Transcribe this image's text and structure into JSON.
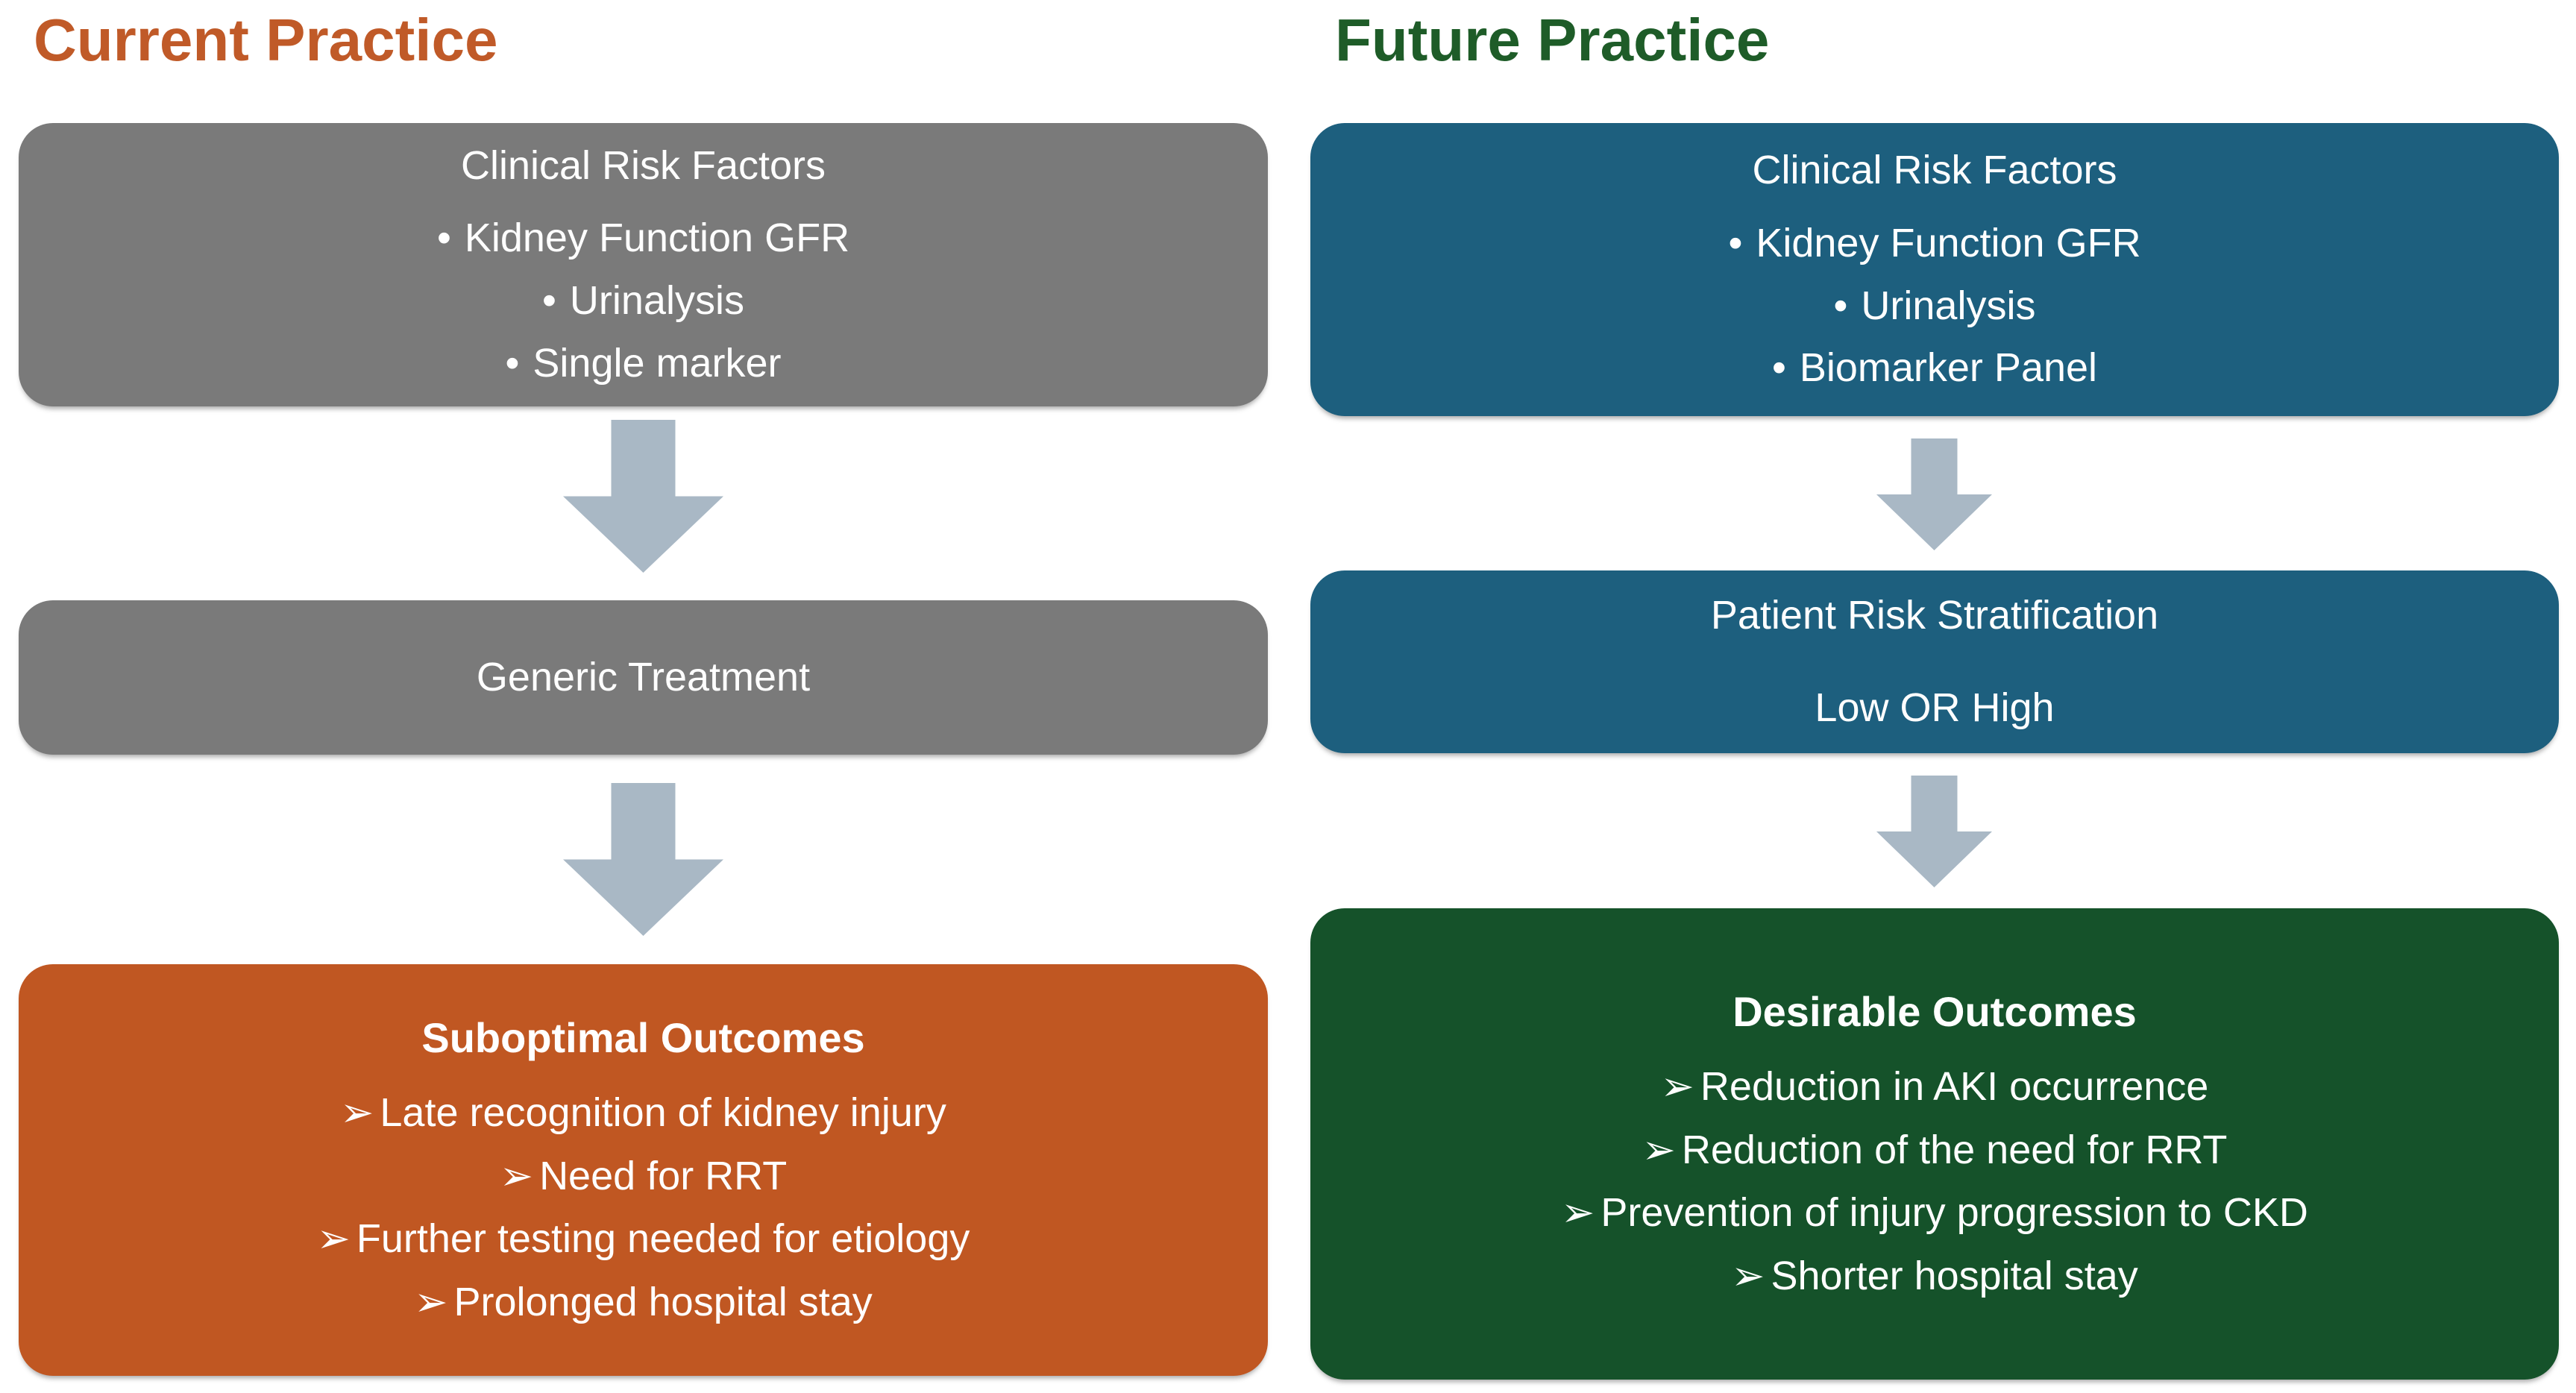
{
  "glyphs": {
    "dot": "•",
    "arrowhead": "➢"
  },
  "colors": {
    "current-title": "#C05A28",
    "future-title": "#1E5C28",
    "gray-box": "#7A7A7A",
    "teal-box": "#1D5F7E",
    "orange-box": "#C05722",
    "green-box": "#15522A",
    "arrow": "#A9B8C5",
    "box-text": "#FFFFFF"
  },
  "current": {
    "title": "Current Practice",
    "risk_box": {
      "heading": "Clinical Risk Factors",
      "items": [
        "Kidney Function GFR",
        "Urinalysis",
        "Single marker"
      ]
    },
    "treatment_box": {
      "label": "Generic Treatment"
    },
    "outcomes_box": {
      "heading": "Suboptimal Outcomes",
      "items": [
        "Late recognition of kidney injury",
        "Need for RRT",
        "Further testing needed for etiology",
        "Prolonged hospital stay"
      ]
    }
  },
  "future": {
    "title": "Future Practice",
    "risk_box": {
      "heading": "Clinical Risk Factors",
      "items": [
        "Kidney Function GFR",
        "Urinalysis",
        "Biomarker Panel"
      ]
    },
    "stratification_box": {
      "lines": [
        "Patient Risk Stratification",
        "Low OR High"
      ]
    },
    "outcomes_box": {
      "heading": "Desirable Outcomes",
      "items": [
        "Reduction in AKI occurrence",
        "Reduction of the need for RRT",
        "Prevention of injury progression to CKD",
        "Shorter hospital stay"
      ]
    }
  }
}
